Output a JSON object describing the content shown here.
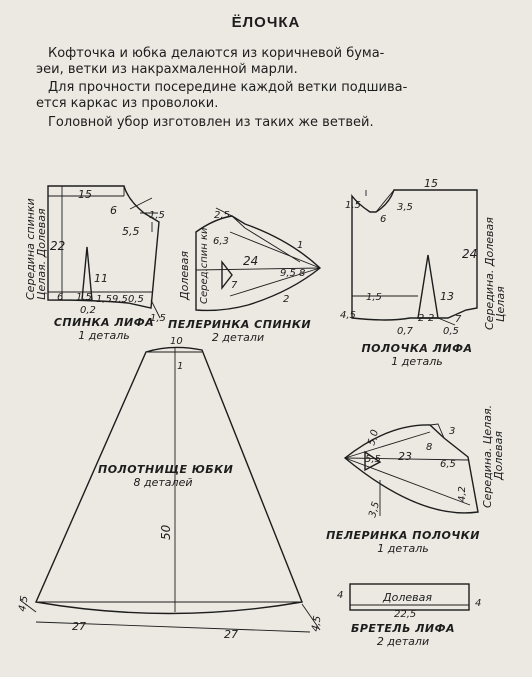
{
  "title": "ЁЛОЧКА",
  "paragraphs": [
    "Кофточка и юбка делаются из коричневой бума-",
    "эеи, ветки из накрахмаленной марли.",
    "Для прочности посередине каждой ветки подшива-",
    "ется каркас из проволоки.",
    "Головной убор изготовлен из таких же ветвей."
  ],
  "pieces": {
    "back": {
      "name": "СПИНКА ЛИФА",
      "count": "1 деталь",
      "side": [
        "Середина спинки",
        "Целая. Долевая"
      ],
      "dims": [
        "15",
        "6",
        "1,5",
        "5,5",
        "22",
        "11",
        "6",
        "1,5",
        "1,5",
        "9,5",
        "0,5",
        "0,2",
        "1,5"
      ]
    },
    "back_cape": {
      "name": "ПЕЛЕРИНКА СПИНКИ",
      "count": "2 детали",
      "side": [
        "Долевая",
        "Серед.спин ки"
      ],
      "dims": [
        "2,5",
        "6,3",
        "1",
        "24",
        "9,5",
        "8",
        "2",
        "7"
      ]
    },
    "front": {
      "name": "ПОЛОЧКА ЛИФА",
      "count": "1 деталь",
      "side": [
        "Середина. Долевая",
        "Целая"
      ],
      "dims": [
        "1,5",
        "15",
        "3,5",
        "6",
        "24",
        "4,5",
        "1,5",
        "13",
        "2",
        "2",
        "0,7",
        "0,5",
        "7"
      ]
    },
    "front_cape": {
      "name": "ПЕЛЕРИНКА ПОЛОЧКИ",
      "count": "1 деталь",
      "side": [
        "Середина. Целая.",
        "Долевая"
      ],
      "dims": [
        "5,0",
        "5,5",
        "23",
        "8",
        "3",
        "6,5",
        "3,5",
        "4,2"
      ]
    },
    "skirt": {
      "name": "ПОЛОТНИЩЕ ЮБКИ",
      "count": "8 деталей",
      "dims": [
        "10",
        "1",
        "50",
        "4,5",
        "27",
        "27",
        "4,5"
      ]
    },
    "strap": {
      "name": "БРЕТЕЛЬ ЛИФА",
      "count": "2 детали",
      "inner": "Долевая",
      "dims": [
        "4",
        "22,5",
        "4"
      ]
    }
  }
}
